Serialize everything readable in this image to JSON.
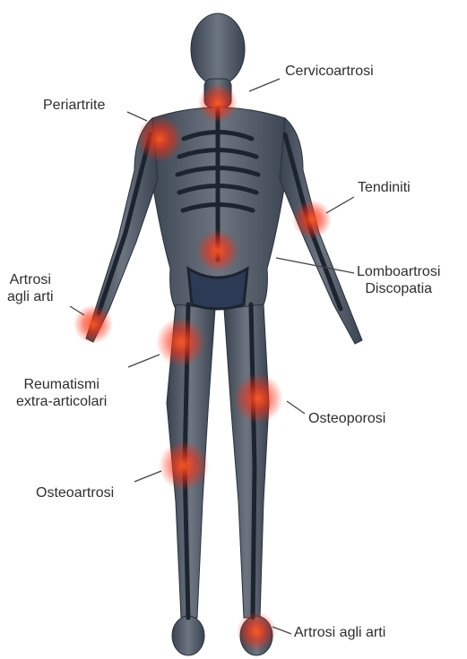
{
  "labels": {
    "cervicoartrosi": "Cervicoartrosi",
    "periartrite": "Periartrite",
    "tendiniti": "Tendiniti",
    "lombo_1": "Lomboartrosi",
    "lombo_2": "Discopatia",
    "artrosi_arti_1": "Artrosi",
    "artrosi_arti_2": "agli arti",
    "reumatismi_1": "Reumatismi",
    "reumatismi_2": "extra-articolari",
    "osteoporosi": "Osteoporosi",
    "osteoartrosi": "Osteoartrosi",
    "artrosi_piedi": "Artrosi agli arti"
  },
  "colors": {
    "body": "#5a6470",
    "bone": "#1c2430",
    "hotspot": "#ff3a1a",
    "leader": "#444444",
    "text": "#2e2e2e"
  }
}
